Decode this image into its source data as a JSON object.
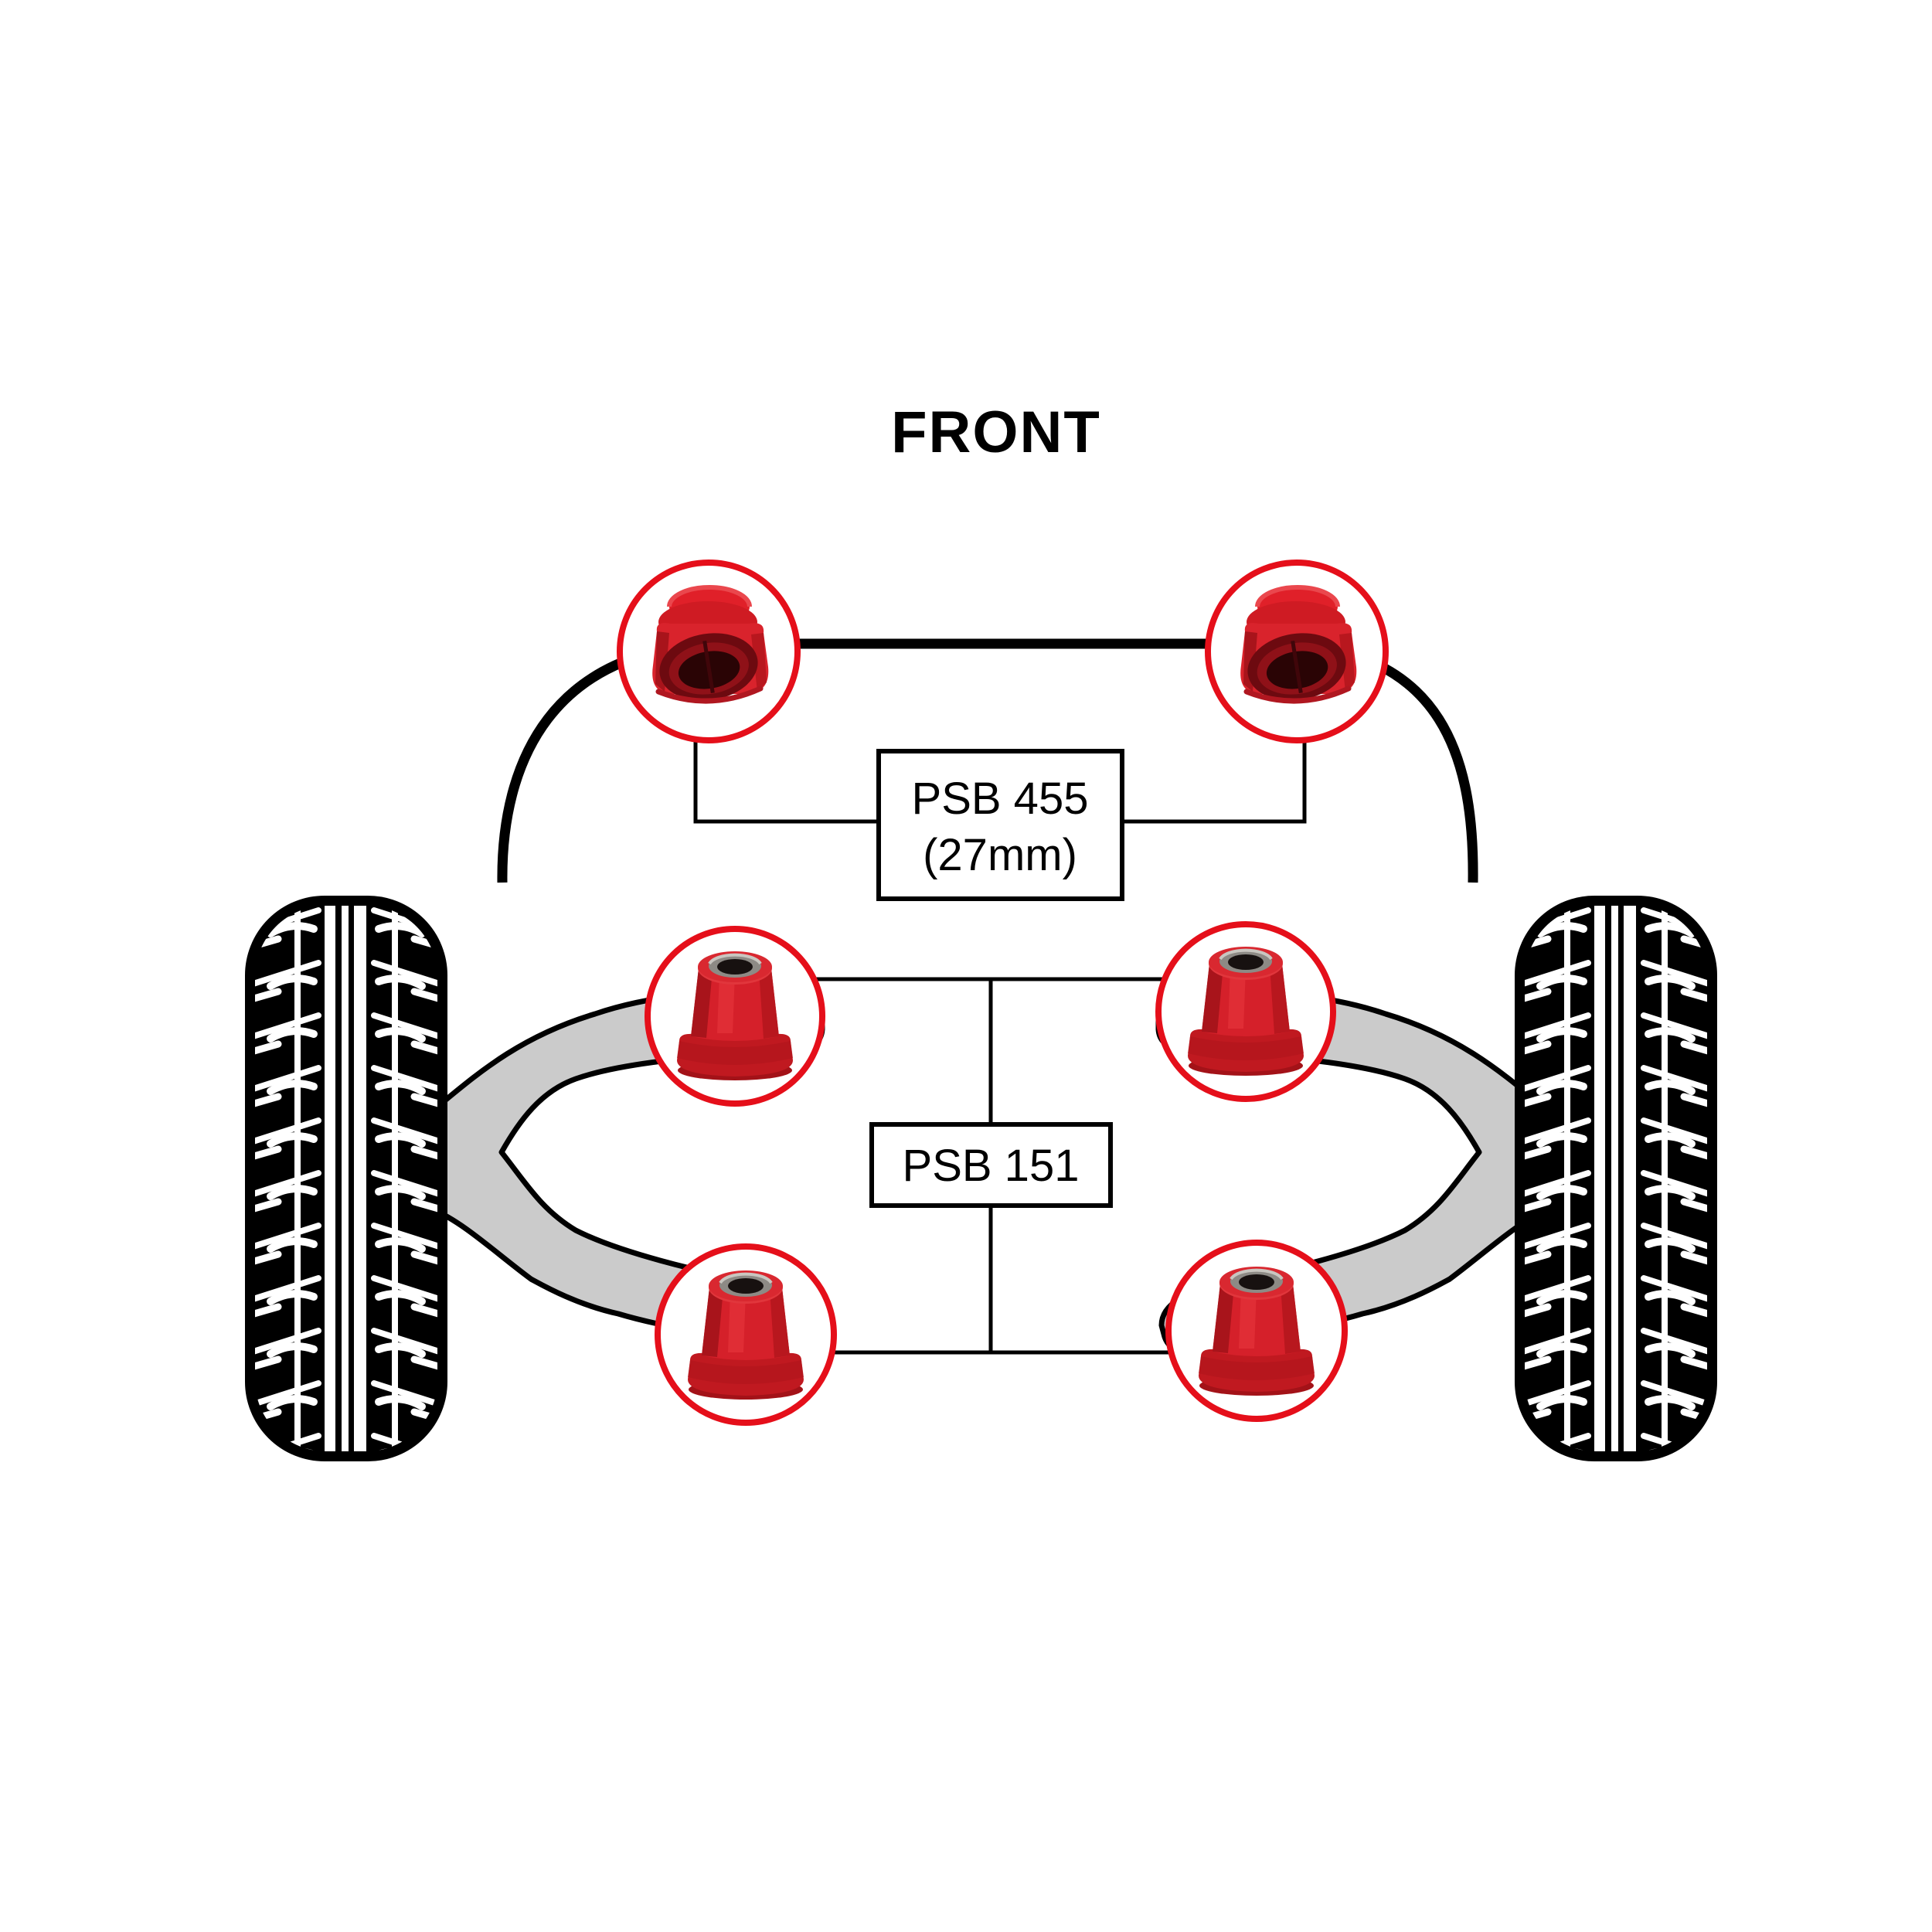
{
  "title": {
    "text": "FRONT"
  },
  "callouts": {
    "sway_bar": {
      "part_number": "PSB 455",
      "size": "(27mm)",
      "bushing_count": 2,
      "component": "front anti-roll / sway bar bushings"
    },
    "control_arm": {
      "part_number": "PSB 151",
      "bushing_count": 4,
      "component": "front control arm (wishbone) bushings"
    }
  },
  "colors": {
    "accent_red": "#e50f1a",
    "bushing_red": "#d32027",
    "arm_gray": "#cbcbcb",
    "line_black": "#000000",
    "background": "#ffffff"
  }
}
